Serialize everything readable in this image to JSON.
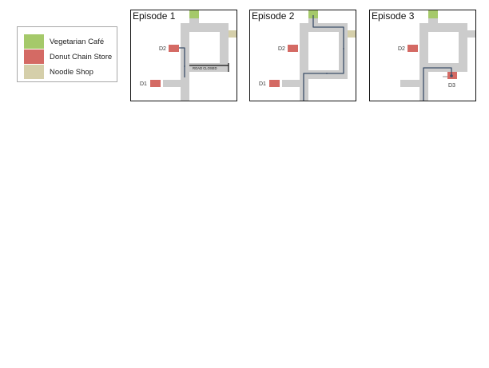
{
  "legend": {
    "items": [
      {
        "label": "Vegetarian Café",
        "color": "#a5c96a"
      },
      {
        "label": "Donut Chain Store",
        "color": "#d46a64"
      },
      {
        "label": "Noodle Shop",
        "color": "#d5cfaa"
      }
    ]
  },
  "colors": {
    "road": "#cccccc",
    "path": "#3c4f69",
    "frame": "#111111"
  },
  "episodes": [
    {
      "title": "Episode 1",
      "labels": {
        "d1": "D1",
        "d2": "D2"
      },
      "closed_sign": "ROAD CLOSED"
    },
    {
      "title": "Episode 2",
      "labels": {
        "d1": "D1",
        "d2": "D2"
      }
    },
    {
      "title": "Episode 3",
      "labels": {
        "d2": "D2",
        "d3": "D3"
      }
    }
  ]
}
